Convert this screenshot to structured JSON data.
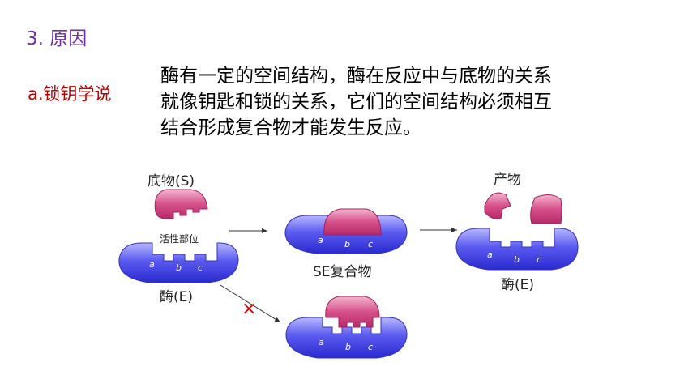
{
  "section_heading": "3. 原因",
  "theory_label": "a.锁钥学说",
  "paragraph_lines": [
    "酶有一定的空间结构，酶在反应中与底物的关系",
    "就像钥匙和锁的关系，它们的空间结构必须相互",
    "结合形成复合物才能发生反应。"
  ],
  "diagram": {
    "substrate_label": "底物(S)",
    "active_site_label": "活性部位",
    "enzyme_label_left": "酶(E)",
    "complex_label": "SE复合物",
    "product_label": "产物",
    "enzyme_label_right": "酶(E)",
    "site_letters": [
      "a",
      "b",
      "c"
    ],
    "no_reaction_mark": "×",
    "colors": {
      "enzyme": "#4a4ae0",
      "substrate": "#d0407a",
      "cross": "#e00000",
      "arrow": "#333333"
    }
  }
}
